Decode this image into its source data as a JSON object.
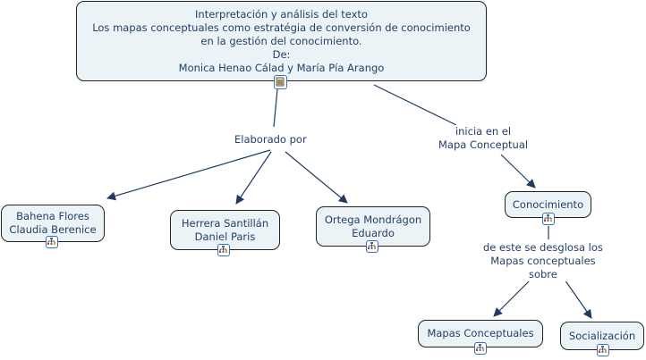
{
  "title_node": {
    "lines": [
      "Interpretación y análisis del texto",
      "Los mapas conceptuales como estratégia de conversión de conocimiento",
      "en la gestión del conocimiento.",
      "De:",
      "Monica Henao Cálad y María Pía Arango"
    ],
    "icon": "document-icon"
  },
  "concepts": {
    "bahena": [
      "Bahena Flores",
      "Claudia Berenice"
    ],
    "herrera": [
      "Herrera Santillán",
      "Daniel Paris"
    ],
    "ortega": [
      "Ortega Mondrágon",
      "Eduardo"
    ],
    "conocimiento": "Conocimiento",
    "mapas": "Mapas Conceptuales",
    "socializacion": "Socialización"
  },
  "link_labels": {
    "elaborado": "Elaborado por",
    "inicia": [
      "inicia en el",
      "Mapa Conceptual"
    ],
    "desglosa": [
      "de este se desglosa los",
      "Mapas conceptuales",
      "sobre"
    ]
  },
  "colors": {
    "text": "#233f66",
    "node_fill": "#ecf3f6",
    "line": "#1f3b60"
  }
}
